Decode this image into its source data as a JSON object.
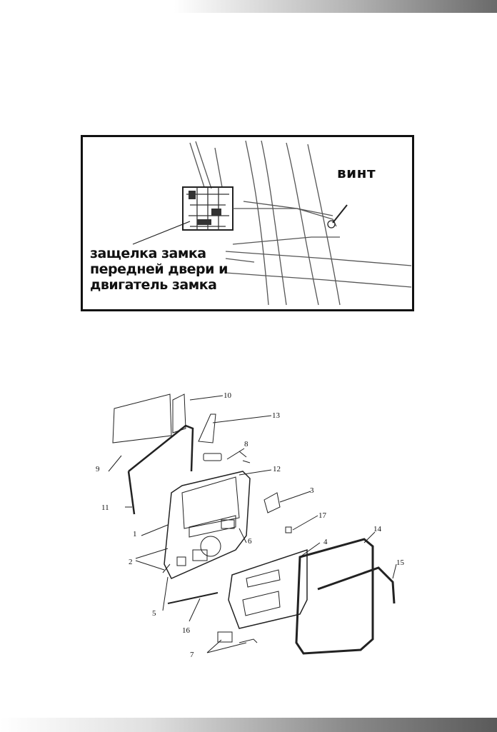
{
  "figure_top": {
    "label_screw": "винт",
    "label_latch_lines": [
      "защелка замка",
      "передней двери и",
      "двигатель замка"
    ]
  },
  "figure_bottom": {
    "callouts": [
      "10",
      "13",
      "8",
      "9",
      "12",
      "3",
      "11",
      "17",
      "1",
      "14",
      "6",
      "4",
      "2",
      "15",
      "5",
      "16",
      "7"
    ]
  }
}
